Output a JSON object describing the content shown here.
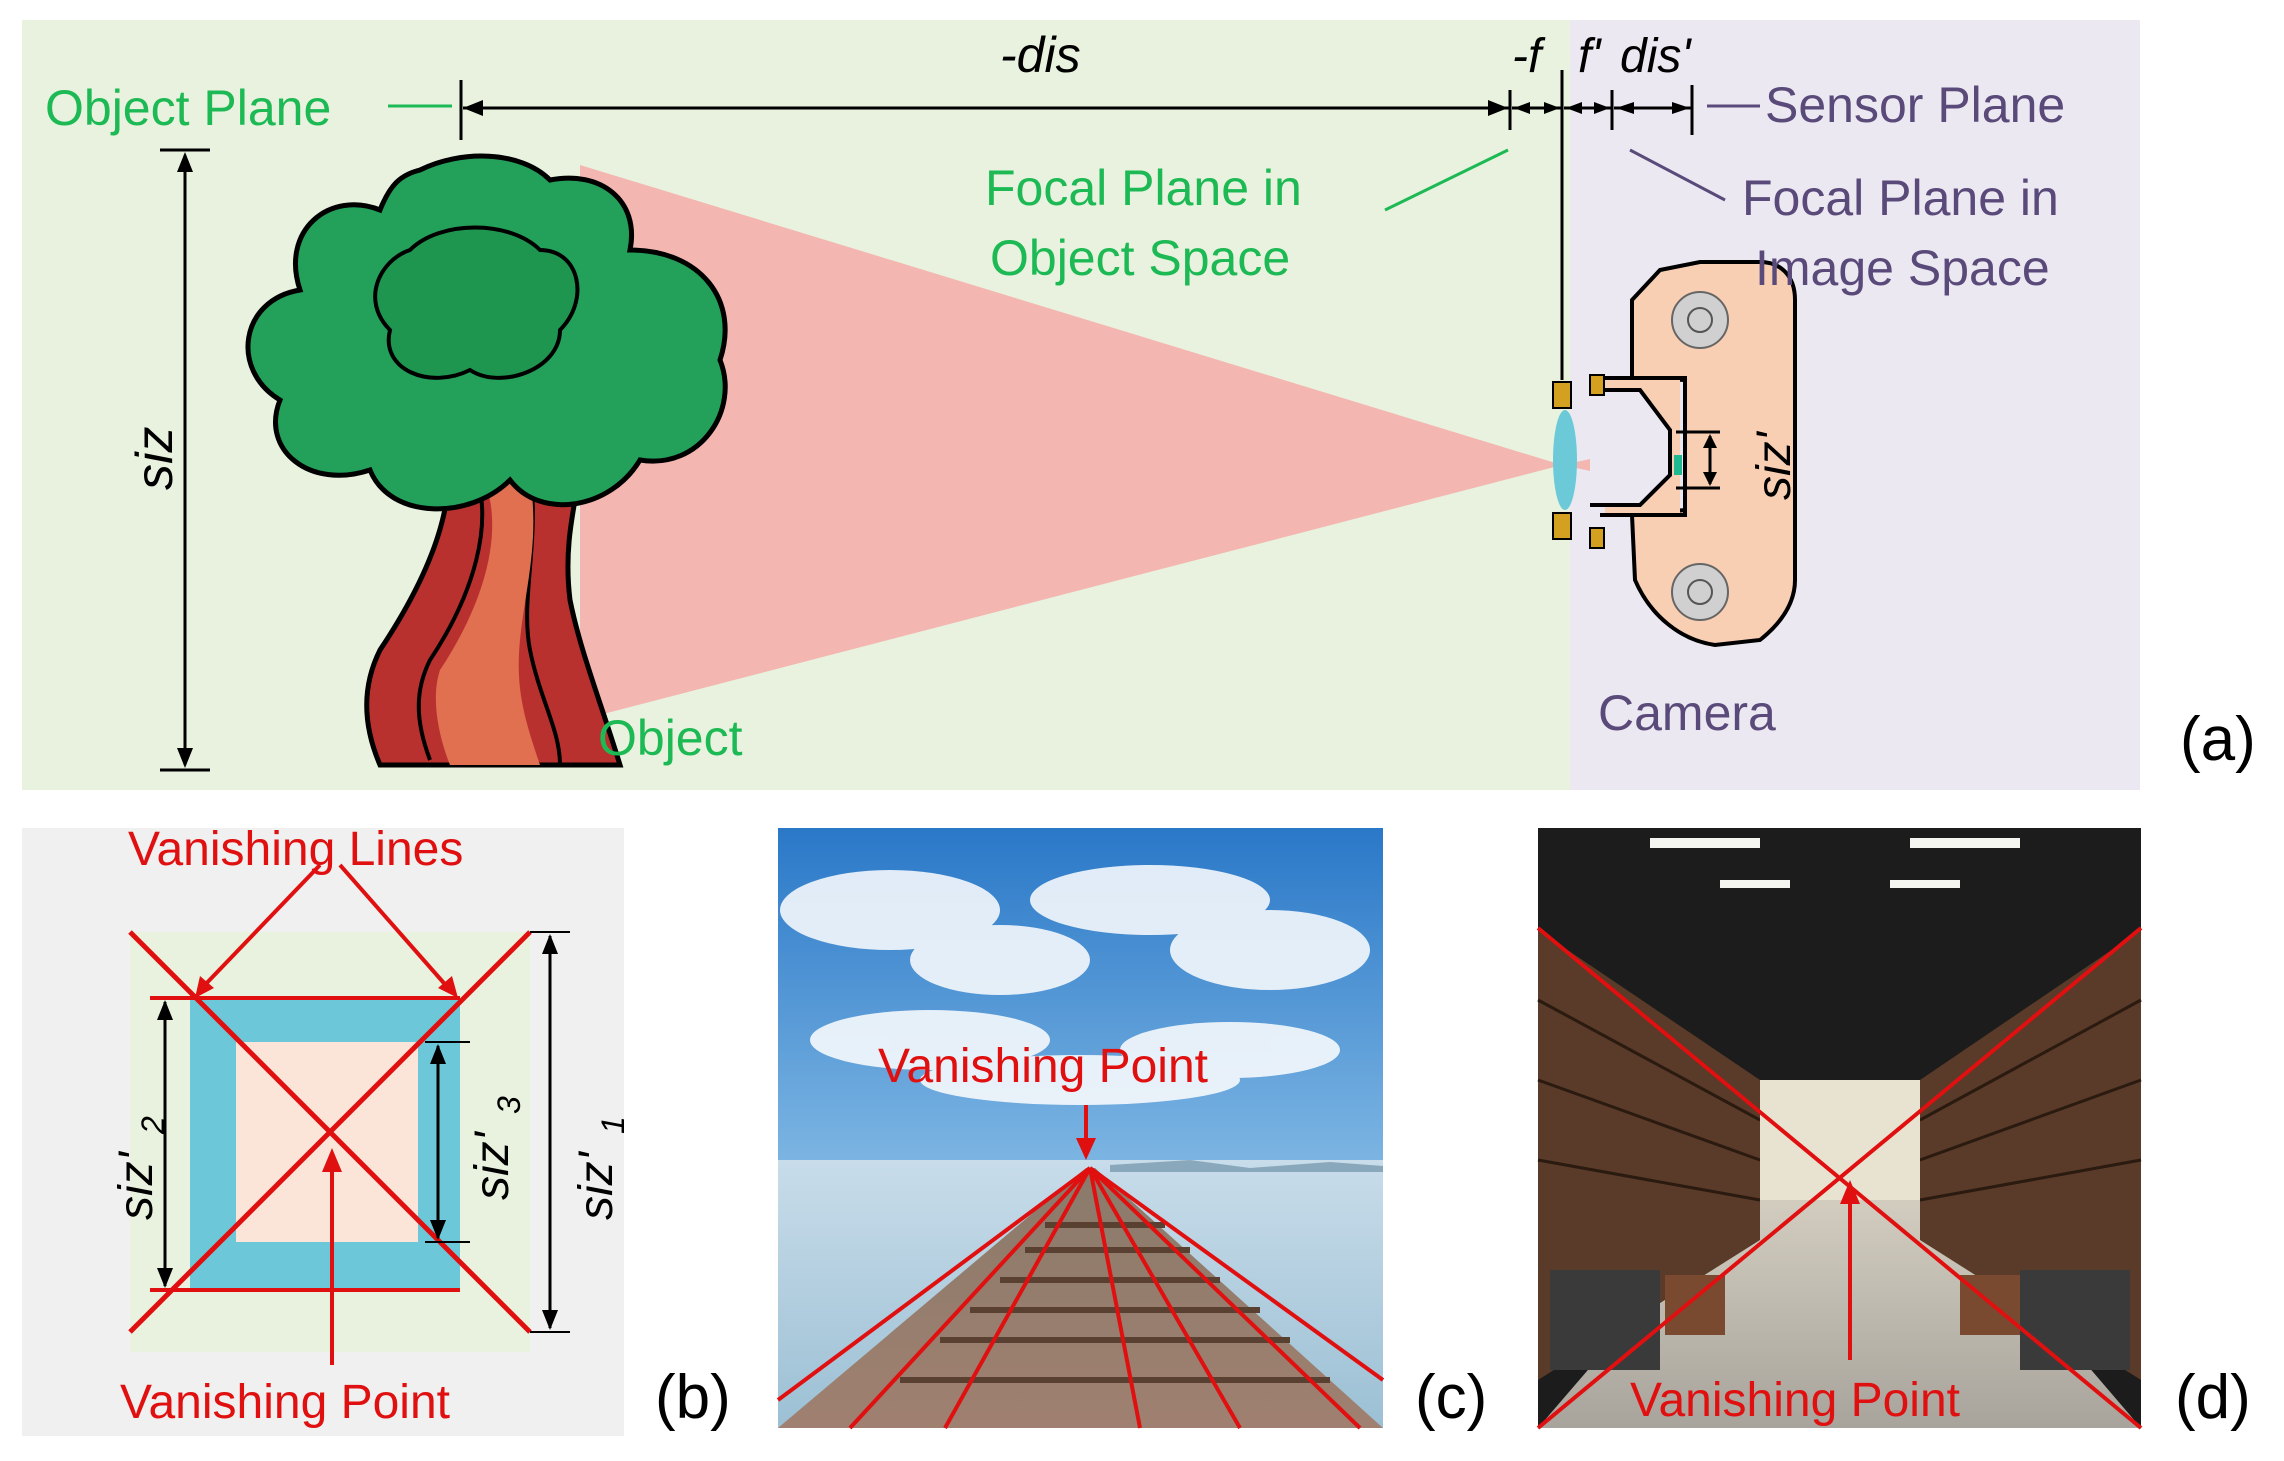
{
  "panel_a": {
    "label": "(a)",
    "object_plane": "Object Plane",
    "dis_label": "-dis",
    "f_label": "-f",
    "fprime_label": "f'",
    "disprime_label": "dis'",
    "sensor_plane": "Sensor Plane",
    "focal_object_line1": "Focal Plane in",
    "focal_object_line2": "Object Space",
    "focal_image_line1": "Focal Plane in",
    "focal_image_line2": "Image Space",
    "siz_label": "siz",
    "sizprime_label": "siz'",
    "object_label": "Object",
    "camera_label": "Camera",
    "colors": {
      "object_space_bg": "#e8f2de",
      "image_space_bg": "#ece8f2",
      "green": "#1db954",
      "purple": "#5a4a7a",
      "beam": "#f4b6b0"
    }
  },
  "panel_b": {
    "label": "(b)",
    "vanishing_lines": "Vanishing Lines",
    "vanishing_point": "Vanishing Point",
    "siz1": "siz'",
    "siz1_sub": "1",
    "siz2": "siz'",
    "siz2_sub": "2",
    "siz3": "siz'",
    "siz3_sub": "3",
    "colors": {
      "bg": "#f0f0f0",
      "red": "#e01010",
      "cyan": "#6cc8d8",
      "peach": "#fbe4d8",
      "green_bg": "#e8f2de"
    }
  },
  "panel_c": {
    "label": "(c)",
    "vanishing_point": "Vanishing Point"
  },
  "panel_d": {
    "label": "(d)",
    "vanishing_point": "Vanishing Point"
  }
}
